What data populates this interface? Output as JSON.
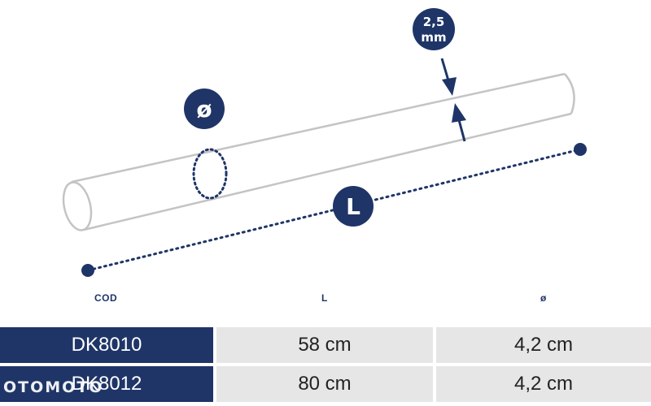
{
  "diagram": {
    "wall_label_top": "2,5",
    "wall_label_bottom": "mm",
    "diameter_symbol": "ø",
    "length_symbol": "L"
  },
  "table": {
    "headers": {
      "cod": "COD",
      "length": "L",
      "diameter": "ø"
    },
    "rows": [
      {
        "cod": "DK8010",
        "length": "58 cm",
        "diameter": "4,2 cm"
      },
      {
        "cod": "DK8012",
        "length": "80 cm",
        "diameter": "4,2 cm"
      }
    ]
  },
  "watermark": "OTOMOTO",
  "colors": {
    "navy": "#1f3567",
    "cell_gray": "#e6e6e6",
    "tube_stroke": "#c4c4c4"
  }
}
